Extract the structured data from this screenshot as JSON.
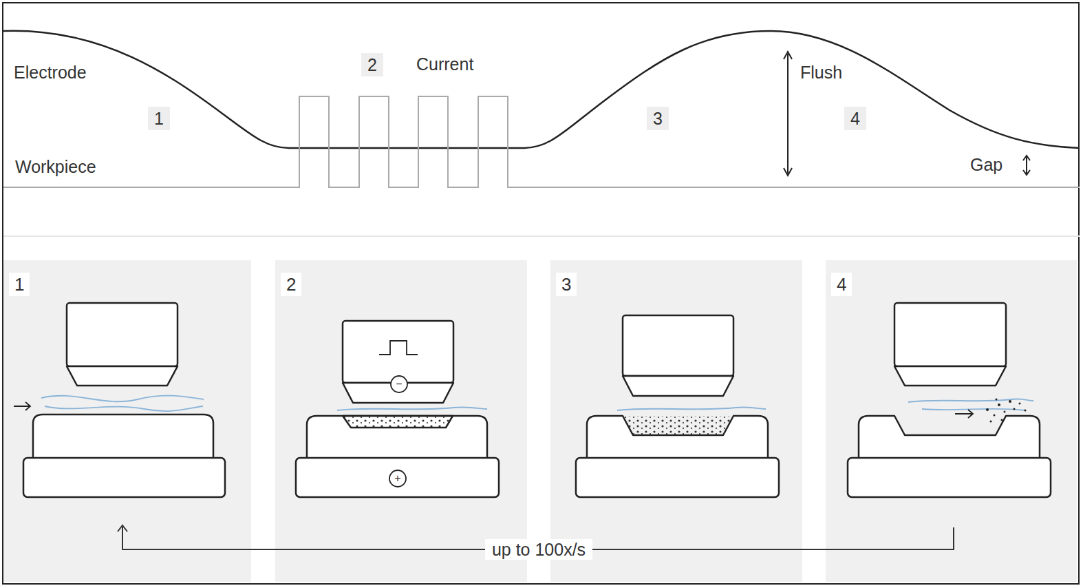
{
  "diagram": {
    "nodes": [
      {
        "text": [
          "1"
        ]
      },
      {
        "text": [
          "2"
        ]
      },
      {
        "text": [
          "3"
        ]
      },
      {
        "text": [
          "4"
        ]
      }
    ],
    "edges": [
      {
        "from": 3,
        "to": 0,
        "arrow": "to",
        "label": "up to 100x/s"
      }
    ],
    "labels": [
      "Electrode",
      "Workpiece",
      "1",
      "2",
      "Current",
      "3",
      "Flush",
      "4",
      "Gap",
      "−",
      "+"
    ]
  }
}
